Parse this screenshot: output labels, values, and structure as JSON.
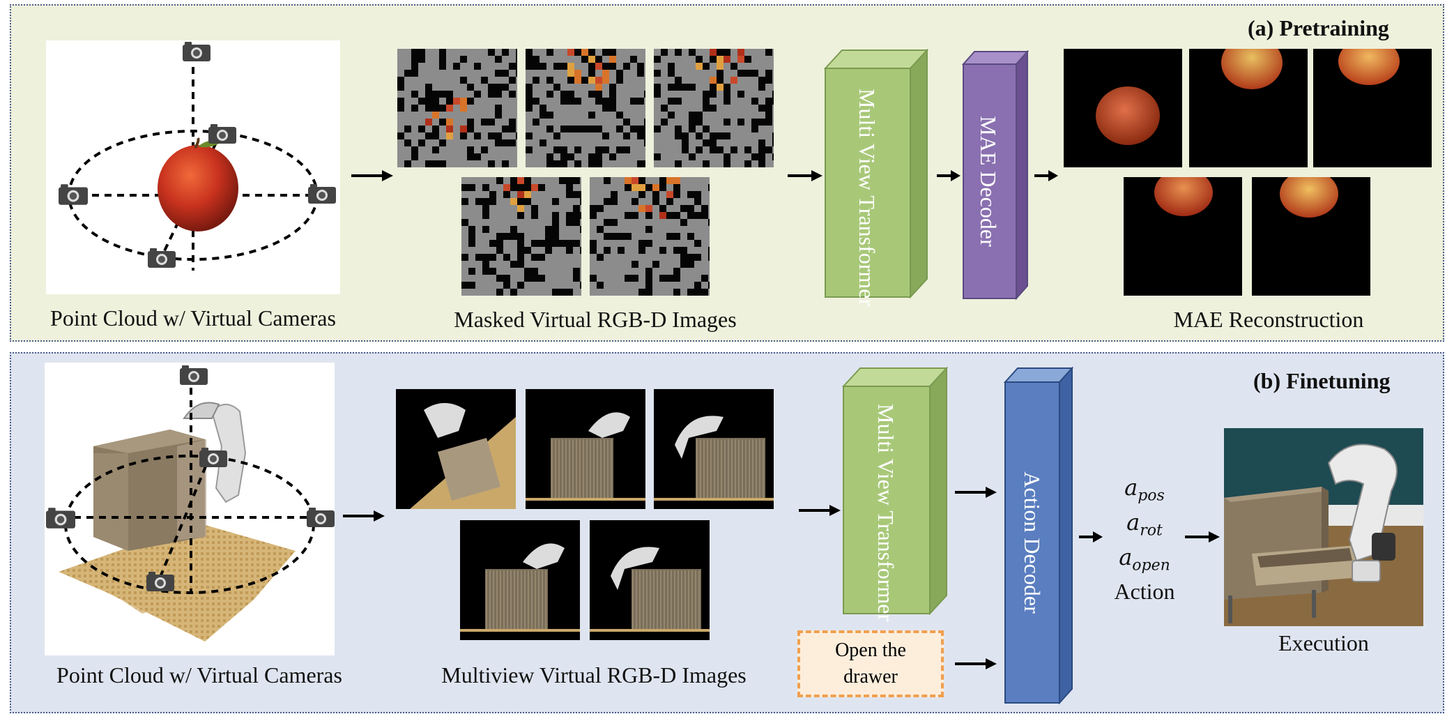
{
  "panels": {
    "pretraining": {
      "title": "(a) Pretraining",
      "caption_pointcloud": "Point Cloud w/ Virtual Cameras",
      "caption_masked": "Masked Virtual RGB-D Images",
      "block_mvt": "Multi View Transformer",
      "block_decoder": "MAE Decoder",
      "caption_recon": "MAE Reconstruction"
    },
    "finetuning": {
      "title": "(b) Finetuning",
      "caption_pointcloud": "Point Cloud w/ Virtual Cameras",
      "caption_multiview": "Multiview Virtual RGB-D Images",
      "block_mvt": "Multi View Transformer",
      "block_decoder": "Action Decoder",
      "prompt": "Open the drawer",
      "action_terms": [
        "pos",
        "rot",
        "open"
      ],
      "action_label": "Action",
      "caption_exec": "Execution"
    }
  },
  "colors": {
    "panel_a_bg": "#eef1dc",
    "panel_b_bg": "#dfe5f0",
    "mvt_block": "#a8c878",
    "mae_decoder_block": "#8a70b0",
    "action_decoder_block": "#5a7ec0",
    "prompt_border": "#f0a050",
    "apple": "#c8321e",
    "wood": "#c9a86a"
  },
  "icons": [
    "camera-icon",
    "arrow-right-icon"
  ]
}
